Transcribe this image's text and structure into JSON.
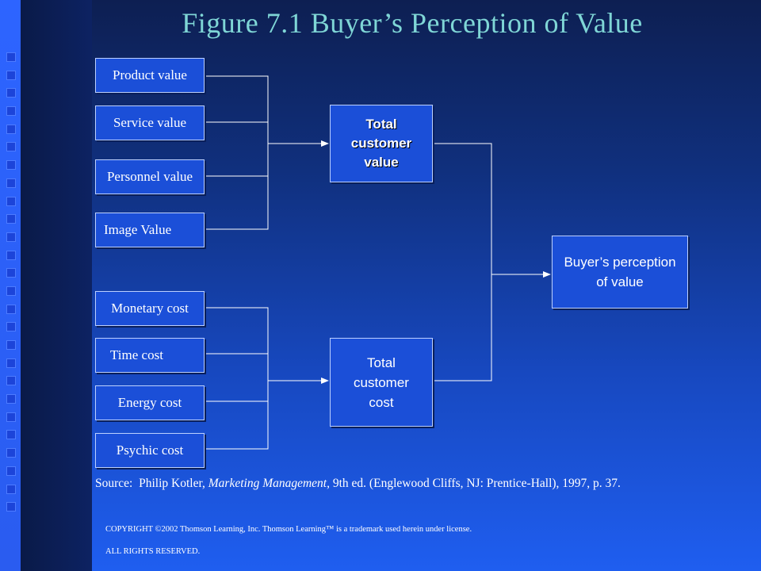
{
  "title": "Figure 7.1 Buyer’s Perception of Value",
  "value_items": [
    "Product value",
    "Service value",
    "Personnel value",
    "Image Value"
  ],
  "cost_items": [
    "Monetary cost",
    "Time cost",
    "Energy cost",
    "Psychic cost"
  ],
  "total_value": [
    "Total",
    "customer",
    "value"
  ],
  "total_cost": [
    "Total",
    "customer",
    "cost"
  ],
  "result": [
    "Buyer’s perception",
    "of value"
  ],
  "source": {
    "prefix": "Source:  Philip Kotler, ",
    "book": "Marketing Management,",
    "suffix": " 9th ed. (Englewood Cliffs, NJ: Prentice-Hall), 1997, p. 37."
  },
  "copyright": "COPYRIGHT ©2002 Thomson Learning, Inc. Thomson Learning™ is a trademark used herein under license.",
  "rights": "ALL RIGHTS RESERVED.",
  "colors": {
    "title": "#7fd6d6",
    "box_fill": "#1b4fd8",
    "line": "#ffffff"
  }
}
